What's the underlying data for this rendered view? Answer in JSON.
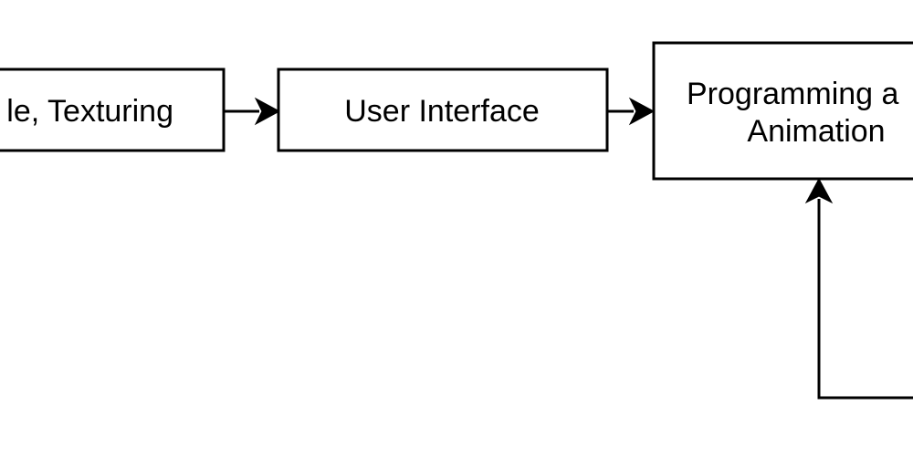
{
  "diagram": {
    "nodes": {
      "texturing": {
        "label": "le, Texturing"
      },
      "user_interface": {
        "label": "User Interface"
      },
      "programming": {
        "line1": "Programming a",
        "line2": "Animation"
      }
    },
    "edges": [
      {
        "from": "texturing",
        "to": "user_interface"
      },
      {
        "from": "user_interface",
        "to": "programming"
      },
      {
        "from": "offscreen-right",
        "to": "programming"
      }
    ],
    "colors": {
      "stroke": "#000000",
      "background": "#ffffff"
    }
  }
}
